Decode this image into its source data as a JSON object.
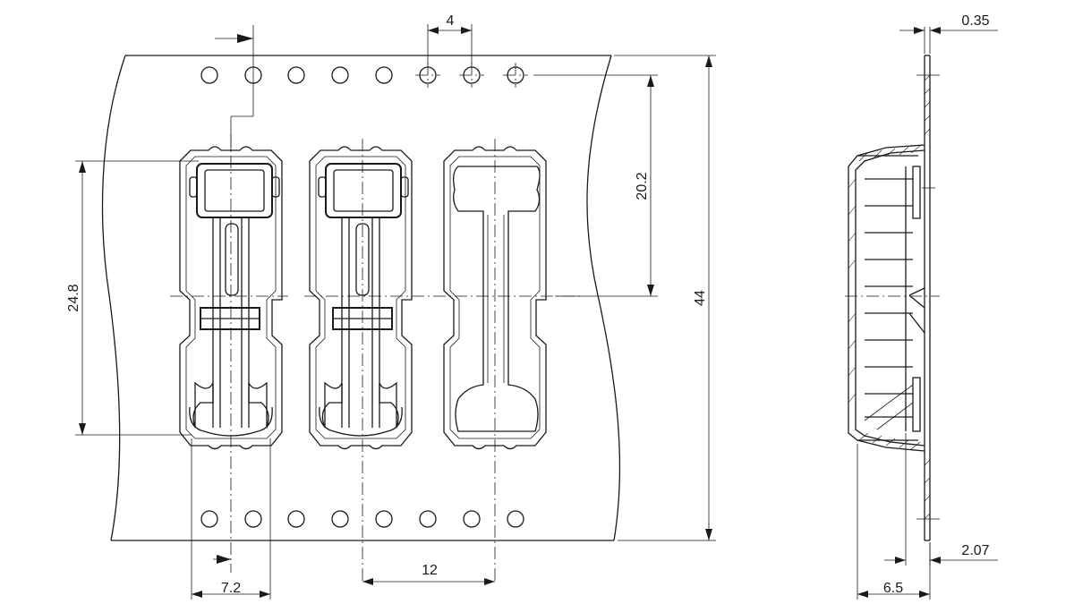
{
  "dimensions": {
    "hole_pitch": "4",
    "tape_thickness": "0.35",
    "cavity_offset": "20.2",
    "cavity_length": "24.8",
    "tape_width": "44",
    "feed_offset": "7.2",
    "cavity_pitch": "12",
    "cover_offset": "2.07",
    "pocket_depth": "6.5"
  },
  "colors": {
    "line": "#1a1a1a",
    "background": "#ffffff"
  }
}
